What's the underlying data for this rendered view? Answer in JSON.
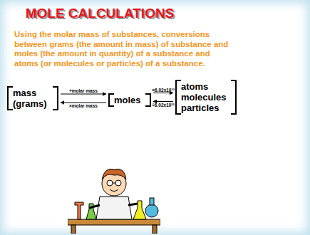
{
  "diagram": {
    "title": "MOLE CALCULATIONS",
    "nodes": [
      {
        "text": [
          "mass (grams)"
        ]
      },
      {
        "text": [
          "moles"
        ]
      },
      {
        "text": [
          "atoms molecules particles"
        ]
      }
    ],
    "edges": [
      {
        "from": 0,
        "to": 1,
        "arrow": "to",
        "label": "÷molar mass"
      },
      {
        "from": 1,
        "to": 0,
        "arrow": "to",
        "label": "×molar mass"
      },
      {
        "from": 1,
        "to": 2,
        "arrow": "to",
        "label": "×6.02x10²³"
      },
      {
        "from": 2,
        "to": 1,
        "arrow": "to",
        "label": "÷6.02x10²³"
      }
    ],
    "labels": [
      "Using the molar mass of substances, conversions between grams (the amount in mass) of substance and moles (the amount in quantity) of a substance and atoms (or molecules or particles) of a substance."
    ]
  }
}
